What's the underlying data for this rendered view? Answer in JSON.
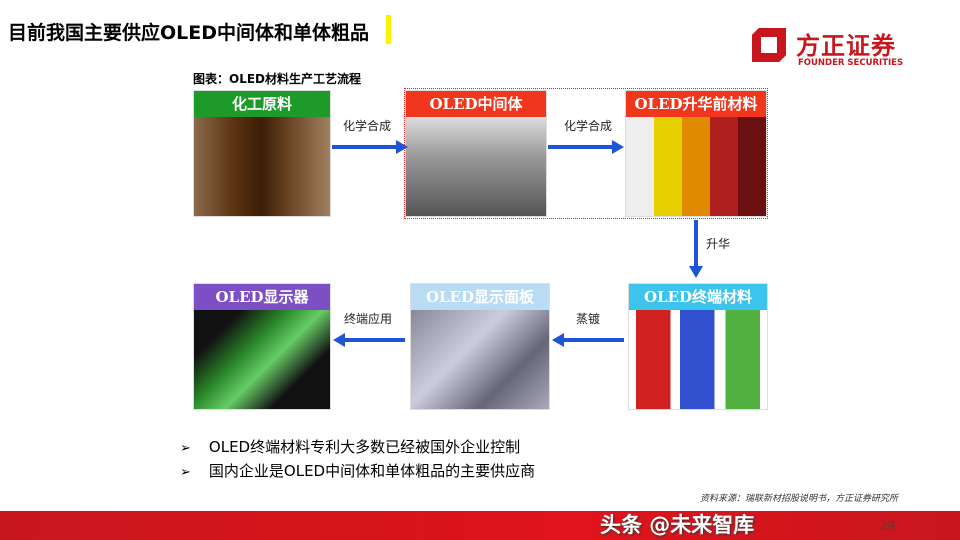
{
  "title": "目前我国主要供应OLED中间体和单体粗品",
  "logo": {
    "cn": "方正证券",
    "en": "FOUNDER SECURITIES"
  },
  "figure_title": "图表：OLED材料生产工艺流程",
  "steps": [
    {
      "label": "化工原料",
      "color": "#1e9a2a"
    },
    {
      "label": "OLED中间体",
      "color": "#f0361c"
    },
    {
      "label": "OLED升华前材料",
      "color": "#f0361c"
    },
    {
      "label": "OLED终端材料",
      "color": "#3cc4ec"
    },
    {
      "label": "OLED显示面板",
      "color": "#b8dcf4"
    },
    {
      "label": "OLED显示器",
      "color": "#7d4fc4"
    }
  ],
  "arrows": [
    "化学合成",
    "化学合成",
    "升华",
    "蒸镀",
    "终端应用"
  ],
  "bullets": [
    "OLED终端材料专利大多数已经被国外企业控制",
    "国内企业是OLED中间体和单体粗品的主要供应商"
  ],
  "bullet_marker": "➢",
  "source": "资料来源：瑞联新材招股说明书，方正证券研究所",
  "page": "29",
  "watermark": "头条 @未来智库"
}
